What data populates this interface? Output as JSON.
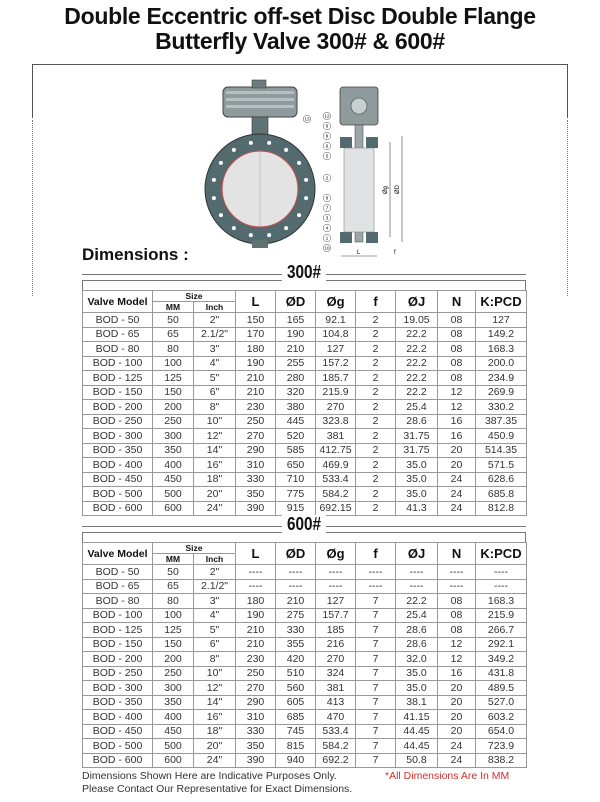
{
  "title_line1": "Double Eccentric off-set Disc Double Flange",
  "title_line2": "Butterfly Valve 300# & 600#",
  "drawing": {
    "callouts": [
      "13",
      "12",
      "9",
      "9",
      "6",
      "5",
      "2",
      "8",
      "7",
      "3",
      "4",
      "1",
      "10"
    ],
    "dim_g": "Øg",
    "dim_d": "ØD",
    "dim_l": "L",
    "dim_f": "f"
  },
  "dimensions_label": "Dimensions :",
  "headers": {
    "model": "Valve Model",
    "size": "Size",
    "mm": "MM",
    "inch": "Inch",
    "L": "L",
    "D": "ØD",
    "g": "Øg",
    "f": "f",
    "J": "ØJ",
    "N": "N",
    "K": "K:PCD"
  },
  "tables": [
    {
      "title": "300#",
      "rows": [
        [
          "BOD - 50",
          "50",
          "2\"",
          "150",
          "165",
          "92.1",
          "2",
          "19.05",
          "08",
          "127"
        ],
        [
          "BOD - 65",
          "65",
          "2.1/2\"",
          "170",
          "190",
          "104.8",
          "2",
          "22.2",
          "08",
          "149.2"
        ],
        [
          "BOD - 80",
          "80",
          "3\"",
          "180",
          "210",
          "127",
          "2",
          "22.2",
          "08",
          "168.3"
        ],
        [
          "BOD - 100",
          "100",
          "4\"",
          "190",
          "255",
          "157.2",
          "2",
          "22.2",
          "08",
          "200.0"
        ],
        [
          "BOD - 125",
          "125",
          "5\"",
          "210",
          "280",
          "185.7",
          "2",
          "22.2",
          "08",
          "234.9"
        ],
        [
          "BOD - 150",
          "150",
          "6\"",
          "210",
          "320",
          "215.9",
          "2",
          "22.2",
          "12",
          "269.9"
        ],
        [
          "BOD - 200",
          "200",
          "8\"",
          "230",
          "380",
          "270",
          "2",
          "25.4",
          "12",
          "330.2"
        ],
        [
          "BOD - 250",
          "250",
          "10\"",
          "250",
          "445",
          "323.8",
          "2",
          "28.6",
          "16",
          "387.35"
        ],
        [
          "BOD - 300",
          "300",
          "12\"",
          "270",
          "520",
          "381",
          "2",
          "31.75",
          "16",
          "450.9"
        ],
        [
          "BOD - 350",
          "350",
          "14\"",
          "290",
          "585",
          "412.75",
          "2",
          "31.75",
          "20",
          "514.35"
        ],
        [
          "BOD - 400",
          "400",
          "16\"",
          "310",
          "650",
          "469.9",
          "2",
          "35.0",
          "20",
          "571.5"
        ],
        [
          "BOD - 450",
          "450",
          "18\"",
          "330",
          "710",
          "533.4",
          "2",
          "35.0",
          "24",
          "628.6"
        ],
        [
          "BOD - 500",
          "500",
          "20\"",
          "350",
          "775",
          "584.2",
          "2",
          "35.0",
          "24",
          "685.8"
        ],
        [
          "BOD - 600",
          "600",
          "24\"",
          "390",
          "915",
          "692.15",
          "2",
          "41.3",
          "24",
          "812.8"
        ]
      ]
    },
    {
      "title": "600#",
      "rows": [
        [
          "BOD - 50",
          "50",
          "2\"",
          "----",
          "----",
          "----",
          "----",
          "----",
          "----",
          "----"
        ],
        [
          "BOD - 65",
          "65",
          "2.1/2\"",
          "----",
          "----",
          "----",
          "----",
          "----",
          "----",
          "----"
        ],
        [
          "BOD - 80",
          "80",
          "3\"",
          "180",
          "210",
          "127",
          "7",
          "22.2",
          "08",
          "168.3"
        ],
        [
          "BOD - 100",
          "100",
          "4\"",
          "190",
          "275",
          "157.7",
          "7",
          "25.4",
          "08",
          "215.9"
        ],
        [
          "BOD - 125",
          "125",
          "5\"",
          "210",
          "330",
          "185",
          "7",
          "28.6",
          "08",
          "266.7"
        ],
        [
          "BOD - 150",
          "150",
          "6\"",
          "210",
          "355",
          "216",
          "7",
          "28.6",
          "12",
          "292.1"
        ],
        [
          "BOD - 200",
          "200",
          "8\"",
          "230",
          "420",
          "270",
          "7",
          "32.0",
          "12",
          "349.2"
        ],
        [
          "BOD - 250",
          "250",
          "10\"",
          "250",
          "510",
          "324",
          "7",
          "35.0",
          "16",
          "431.8"
        ],
        [
          "BOD - 300",
          "300",
          "12\"",
          "270",
          "560",
          "381",
          "7",
          "35.0",
          "20",
          "489.5"
        ],
        [
          "BOD - 350",
          "350",
          "14\"",
          "290",
          "605",
          "413",
          "7",
          "38.1",
          "20",
          "527.0"
        ],
        [
          "BOD - 400",
          "400",
          "16\"",
          "310",
          "685",
          "470",
          "7",
          "41.15",
          "20",
          "603.2"
        ],
        [
          "BOD - 450",
          "450",
          "18\"",
          "330",
          "745",
          "533.4",
          "7",
          "44.45",
          "20",
          "654.0"
        ],
        [
          "BOD - 500",
          "500",
          "20\"",
          "350",
          "815",
          "584.2",
          "7",
          "44.45",
          "24",
          "723.9"
        ],
        [
          "BOD - 600",
          "600",
          "24\"",
          "390",
          "940",
          "692.2",
          "7",
          "50.8",
          "24",
          "838.2"
        ]
      ]
    }
  ],
  "footer": {
    "line1": "Dimensions Shown Here are Indicative Purposes Only.",
    "line2": "Please Contact Our Representative for Exact Dimensions.",
    "note": "*All Dimensions Are In MM",
    "note_color": "#d0312d"
  }
}
